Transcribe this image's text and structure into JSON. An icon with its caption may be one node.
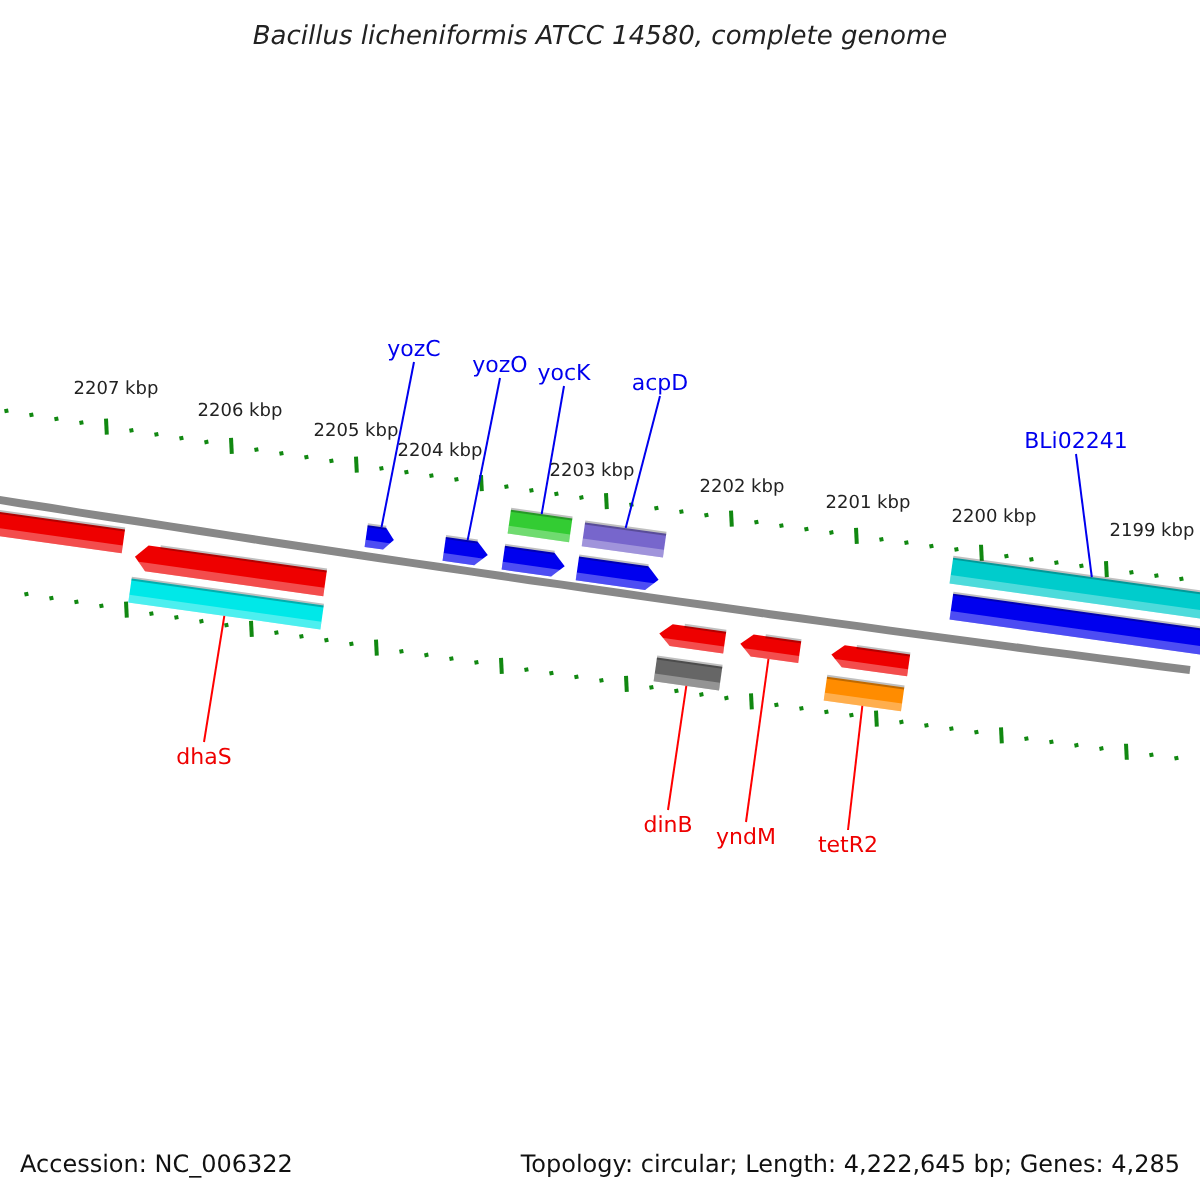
{
  "diagram": {
    "title": "Bacillus licheniformis ATCC 14580, complete genome",
    "nodes": [
      {
        "text": [
          "yozC"
        ]
      },
      {
        "text": [
          "yozO"
        ]
      },
      {
        "text": [
          "yocK"
        ]
      },
      {
        "text": [
          "acpD"
        ]
      },
      {
        "text": [
          "BLi02241"
        ]
      },
      {
        "text": [
          "dhaS"
        ]
      },
      {
        "text": [
          "dinB"
        ]
      },
      {
        "text": [
          "yndM"
        ]
      },
      {
        "text": [
          "tetR2"
        ]
      },
      {
        "text": [],
        "shape": "bar"
      },
      {
        "text": [],
        "shape": "arrow"
      },
      {
        "text": [],
        "shape": "bar"
      },
      {
        "text": [],
        "shape": "arrow"
      },
      {
        "text": [],
        "shape": "arrow"
      },
      {
        "text": [],
        "shape": "bar"
      },
      {
        "text": [],
        "shape": "arrow"
      },
      {
        "text": [],
        "shape": "bar"
      },
      {
        "text": [],
        "shape": "arrow"
      },
      {
        "text": [],
        "shape": "arrow"
      },
      {
        "text": [],
        "shape": "bar"
      },
      {
        "text": [],
        "shape": "arrow"
      },
      {
        "text": [],
        "shape": "arrow"
      },
      {
        "text": [],
        "shape": "bar"
      },
      {
        "text": [],
        "shape": "bar"
      },
      {
        "text": [],
        "shape": "bar"
      }
    ],
    "edges": [
      {
        "from": 0,
        "to": 12,
        "arrow": "none"
      },
      {
        "from": 1,
        "to": 13,
        "arrow": "none"
      },
      {
        "from": 2,
        "to": 14,
        "arrow": "none"
      },
      {
        "from": 3,
        "to": 16,
        "arrow": "none"
      },
      {
        "from": 4,
        "to": 23,
        "arrow": "none"
      },
      {
        "from": 5,
        "to": 11,
        "arrow": "none",
        "color": "#ff0000"
      },
      {
        "from": 6,
        "to": 19,
        "arrow": "none",
        "color": "#ff0000"
      },
      {
        "from": 7,
        "to": 20,
        "arrow": "none",
        "color": "#ff0000"
      },
      {
        "from": 8,
        "to": 22,
        "arrow": "none",
        "color": "#ff0000"
      }
    ],
    "labels": [
      "2207 kbp",
      "2206 kbp",
      "2205 kbp",
      "2204 kbp",
      "2203 kbp",
      "2202 kbp",
      "2201 kbp",
      "2200 kbp",
      "2199 kbp",
      "Accession: NC_006322",
      "Topology: circular; Length: 4,222,645 bp; Genes: 4,285"
    ]
  }
}
